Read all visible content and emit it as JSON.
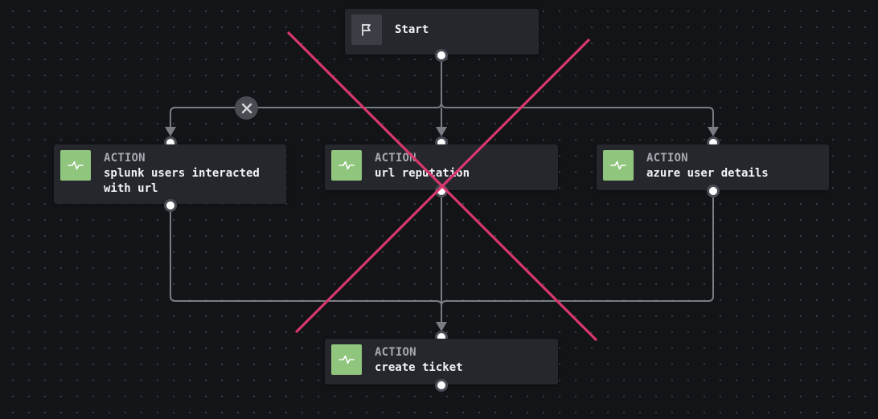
{
  "colors": {
    "background": "#131418",
    "node": "#26272d",
    "action_icon": "#8fc57c",
    "edge": "#7a7c84",
    "cross_mark": "#d9376e"
  },
  "nodes": {
    "start": {
      "title": "Start",
      "icon": "flag-icon"
    },
    "splunk": {
      "kind": "ACTION",
      "title": "splunk users interacted\nwith url",
      "icon": "activity-pulse-icon"
    },
    "url_rep": {
      "kind": "ACTION",
      "title": "url reputation",
      "icon": "activity-pulse-icon"
    },
    "azure": {
      "kind": "ACTION",
      "title": "azure user details",
      "icon": "activity-pulse-icon"
    },
    "ticket": {
      "kind": "ACTION",
      "title": "create ticket",
      "icon": "activity-pulse-icon"
    }
  },
  "edge_controls": {
    "delete_icon": "close-icon"
  }
}
